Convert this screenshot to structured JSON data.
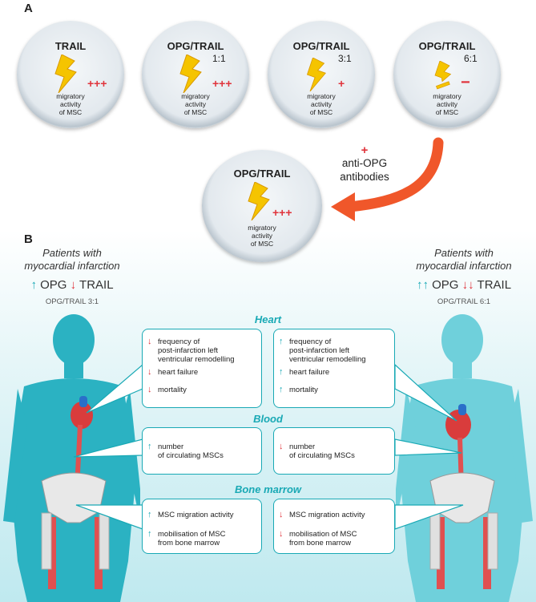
{
  "panel_a": {
    "label": "A",
    "dishes": [
      {
        "title": "TRAIL",
        "ratio": "",
        "sign": "+++",
        "caption": [
          "migratory",
          "activity",
          "of MSC"
        ]
      },
      {
        "title": "OPG/TRAIL",
        "ratio": "1:1",
        "sign": "+++",
        "caption": [
          "migratory",
          "activity",
          "of MSC"
        ]
      },
      {
        "title": "OPG/TRAIL",
        "ratio": "3:1",
        "sign": "+",
        "caption": [
          "migratory",
          "activity",
          "of MSC"
        ]
      },
      {
        "title": "OPG/TRAIL",
        "ratio": "6:1",
        "sign": "−",
        "caption": [
          "migratory",
          "activity",
          "of MSC"
        ]
      }
    ],
    "result_dish": {
      "title": "OPG/TRAIL",
      "sign": "+++",
      "caption": [
        "migratory",
        "activity",
        "of MSC"
      ]
    },
    "antibody_sign": "+",
    "antibody_text": [
      "anti-OPG",
      "antibodies"
    ]
  },
  "panel_b": {
    "label": "B",
    "left_patient": {
      "title": [
        "Patients with",
        "myocardial infarction"
      ],
      "opg_arrow": "↑",
      "opg": "OPG",
      "trail_arrow": "↓",
      "trail": "TRAIL",
      "ratio": "OPG/TRAIL 3:1"
    },
    "right_patient": {
      "title": [
        "Patients with",
        "myocardial infarction"
      ],
      "opg_arrow": "↑↑",
      "opg": "OPG",
      "trail_arrow": "↓↓",
      "trail": "TRAIL",
      "ratio": "OPG/TRAIL 6:1"
    },
    "sections": {
      "heart": "Heart",
      "blood": "Blood",
      "bone_marrow": "Bone marrow"
    },
    "heart_left": [
      {
        "arrow": "↓",
        "lines": [
          "frequency of",
          "post-infarction left",
          "ventricular remodelling"
        ]
      },
      {
        "arrow": "↓",
        "lines": [
          "heart failure"
        ]
      },
      {
        "arrow": "↓",
        "lines": [
          "mortality"
        ]
      }
    ],
    "heart_right": [
      {
        "arrow": "↑",
        "lines": [
          "frequency of",
          "post-infarction left",
          "ventricular remodelling"
        ]
      },
      {
        "arrow": "↑",
        "lines": [
          "heart failure"
        ]
      },
      {
        "arrow": "↑",
        "lines": [
          "mortality"
        ]
      }
    ],
    "blood_left": [
      {
        "arrow": "↑",
        "lines": [
          "number",
          "of circulating MSCs"
        ]
      }
    ],
    "blood_right": [
      {
        "arrow": "↓",
        "lines": [
          "number",
          "of circulating MSCs"
        ]
      }
    ],
    "bone_left": [
      {
        "arrow": "↑",
        "lines": [
          "MSC migration activity"
        ]
      },
      {
        "arrow": "↑",
        "lines": [
          "mobilisation of MSC",
          "from bone marrow"
        ]
      }
    ],
    "bone_right": [
      {
        "arrow": "↓",
        "lines": [
          "MSC migration activity"
        ]
      },
      {
        "arrow": "↓",
        "lines": [
          "mobilisation of MSC",
          "from bone marrow"
        ]
      }
    ]
  },
  "colors": {
    "teal": "#19a9b5",
    "red": "#e0343c",
    "bolt": "#f5c400",
    "arrow_orange": "#f0572a"
  }
}
